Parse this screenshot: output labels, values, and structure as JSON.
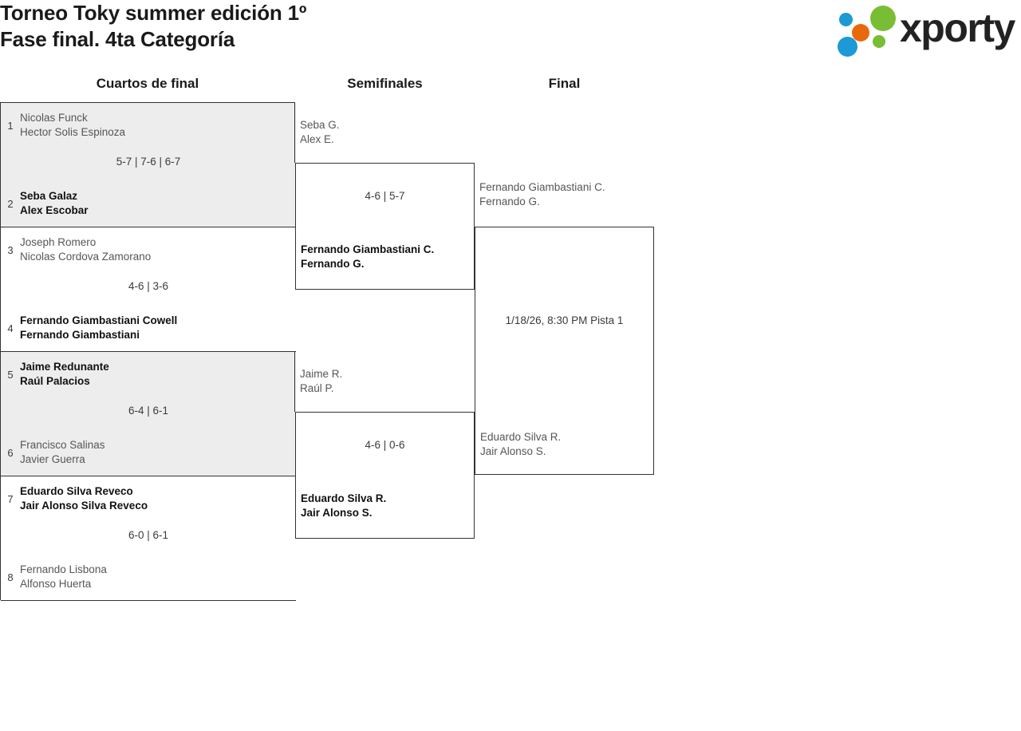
{
  "header": {
    "title_line1": "Torneo Toky summer edición 1º",
    "title_line2": "Fase final. 4ta Categoría",
    "logo_text": "xporty",
    "logo_colors": {
      "blue": "#1b9ad6",
      "orange": "#e8690b",
      "green": "#79bd35"
    }
  },
  "rounds": [
    {
      "label": "Cuartos de final"
    },
    {
      "label": "Semifinales"
    },
    {
      "label": "Final"
    }
  ],
  "round1": {
    "matches": [
      {
        "score": "5-7 | 7-6 | 6-7",
        "top": {
          "seed": "1",
          "p1": "Nicolas Funck",
          "p2": "Hector Solis Espinoza",
          "winner": false
        },
        "bottom": {
          "seed": "2",
          "p1": "Seba Galaz",
          "p2": "Alex Escobar",
          "winner": true
        }
      },
      {
        "score": "4-6 | 3-6",
        "top": {
          "seed": "3",
          "p1": "Joseph Romero",
          "p2": "Nicolas Cordova Zamorano",
          "winner": false
        },
        "bottom": {
          "seed": "4",
          "p1": "Fernando Giambastiani Cowell",
          "p2": "Fernando Giambastiani",
          "winner": true
        }
      },
      {
        "score": "6-4 | 6-1",
        "top": {
          "seed": "5",
          "p1": "Jaime Redunante",
          "p2": "Raúl Palacios",
          "winner": true
        },
        "bottom": {
          "seed": "6",
          "p1": "Francisco Salinas",
          "p2": "Javier Guerra",
          "winner": false
        }
      },
      {
        "score": "6-0 | 6-1",
        "top": {
          "seed": "7",
          "p1": "Eduardo Silva Reveco",
          "p2": "Jair Alonso Silva Reveco",
          "winner": true
        },
        "bottom": {
          "seed": "8",
          "p1": "Fernando Lisbona",
          "p2": "Alfonso Huerta",
          "winner": false
        }
      }
    ]
  },
  "round2": {
    "matches": [
      {
        "score": "4-6 | 5-7",
        "top": {
          "p1": "Seba G.",
          "p2": "Alex E.",
          "winner": false
        },
        "bottom": {
          "p1": "Fernando Giambastiani C.",
          "p2": "Fernando G.",
          "winner": true
        }
      },
      {
        "score": "4-6 | 0-6",
        "top": {
          "p1": "Jaime R.",
          "p2": "Raúl P.",
          "winner": false
        },
        "bottom": {
          "p1": "Eduardo Silva R.",
          "p2": "Jair Alonso S.",
          "winner": true
        }
      }
    ]
  },
  "round3": {
    "matches": [
      {
        "score": "1/18/26, 8:30 PM Pista 1",
        "top": {
          "p1": "Fernando Giambastiani C.",
          "p2": "Fernando G.",
          "winner": false
        },
        "bottom": {
          "p1": "Eduardo Silva R.",
          "p2": "Jair Alonso S.",
          "winner": false
        }
      }
    ]
  }
}
